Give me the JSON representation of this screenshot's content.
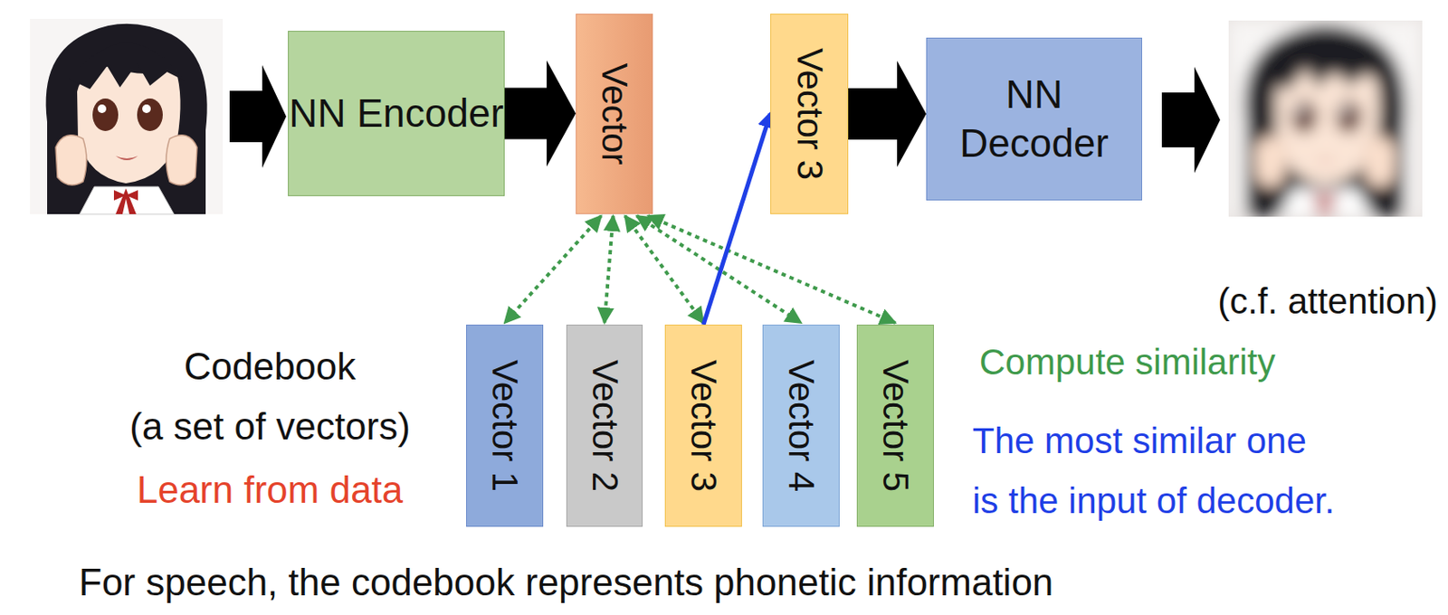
{
  "diagram": {
    "nodes": [
      {
        "text": [
          "NN Encoder"
        ]
      },
      {
        "text": [
          "Vector"
        ]
      },
      {
        "text": [
          "Vector 3"
        ]
      },
      {
        "text": [
          "NN Decoder"
        ]
      },
      {
        "text": [
          "Vector 1"
        ]
      },
      {
        "text": [
          "Vector 2"
        ]
      },
      {
        "text": [
          "Vector 3"
        ]
      },
      {
        "text": [
          "Vector 4"
        ]
      },
      {
        "text": [
          "Vector 5"
        ]
      }
    ],
    "edges": [
      {
        "from": 0,
        "to": 1,
        "arrow": "to"
      },
      {
        "from": 2,
        "to": 3,
        "arrow": "to"
      },
      {
        "from": 1,
        "to": 4,
        "arrow": "both"
      },
      {
        "from": 1,
        "to": 5,
        "arrow": "both"
      },
      {
        "from": 1,
        "to": 6,
        "arrow": "both"
      },
      {
        "from": 1,
        "to": 7,
        "arrow": "both"
      },
      {
        "from": 1,
        "to": 8,
        "arrow": "both"
      },
      {
        "from": 6,
        "to": 2,
        "arrow": "to"
      }
    ],
    "labels": [
      "Codebook",
      "(a set of vectors)",
      "Learn from data",
      "(c.f. attention)",
      "Compute similarity",
      "The most similar one",
      "is the input of decoder.",
      "For speech, the codebook represents phonetic information"
    ]
  }
}
